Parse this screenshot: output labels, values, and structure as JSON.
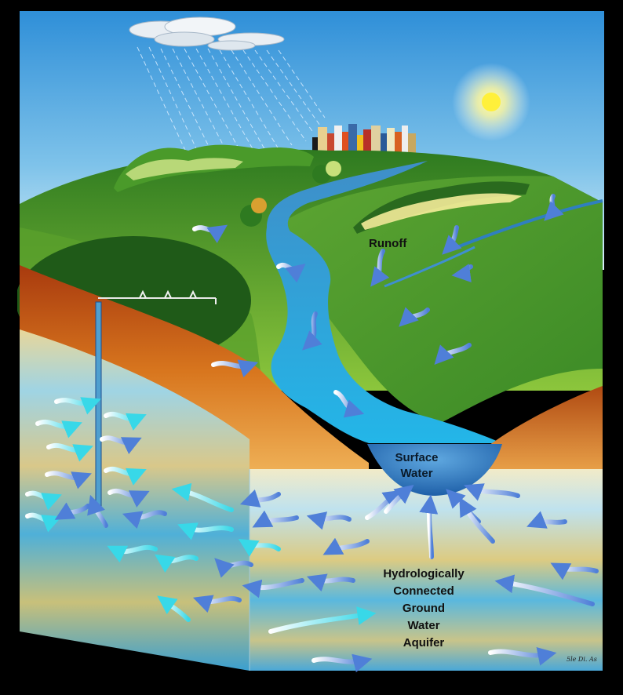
{
  "labels": {
    "runoff": "Runoff",
    "surface_water": [
      "Surface",
      "Water"
    ],
    "aquifer": [
      "Hydrologically",
      "Connected",
      "Ground",
      "Water",
      "Aquifer"
    ]
  },
  "signature": "5le Di. As",
  "colors": {
    "sky_top": "#2f8fd8",
    "sky_bottom": "#d8eef6",
    "hill_green": "#4f9a2c",
    "field_dark": "#1f5a18",
    "river": "#2aa0d8",
    "soil_orange": "#c8641c",
    "aquifer_blue": "#4fb0d8",
    "aquifer_sand": "#e8d79a",
    "sun": "#fff03a",
    "background": "#000000"
  },
  "icons": [
    "cloud-icon",
    "rain-icon",
    "sun-icon",
    "city-icon",
    "well-icon",
    "irrigation-pivot-icon",
    "flow-arrow-icon",
    "tree-icon"
  ]
}
